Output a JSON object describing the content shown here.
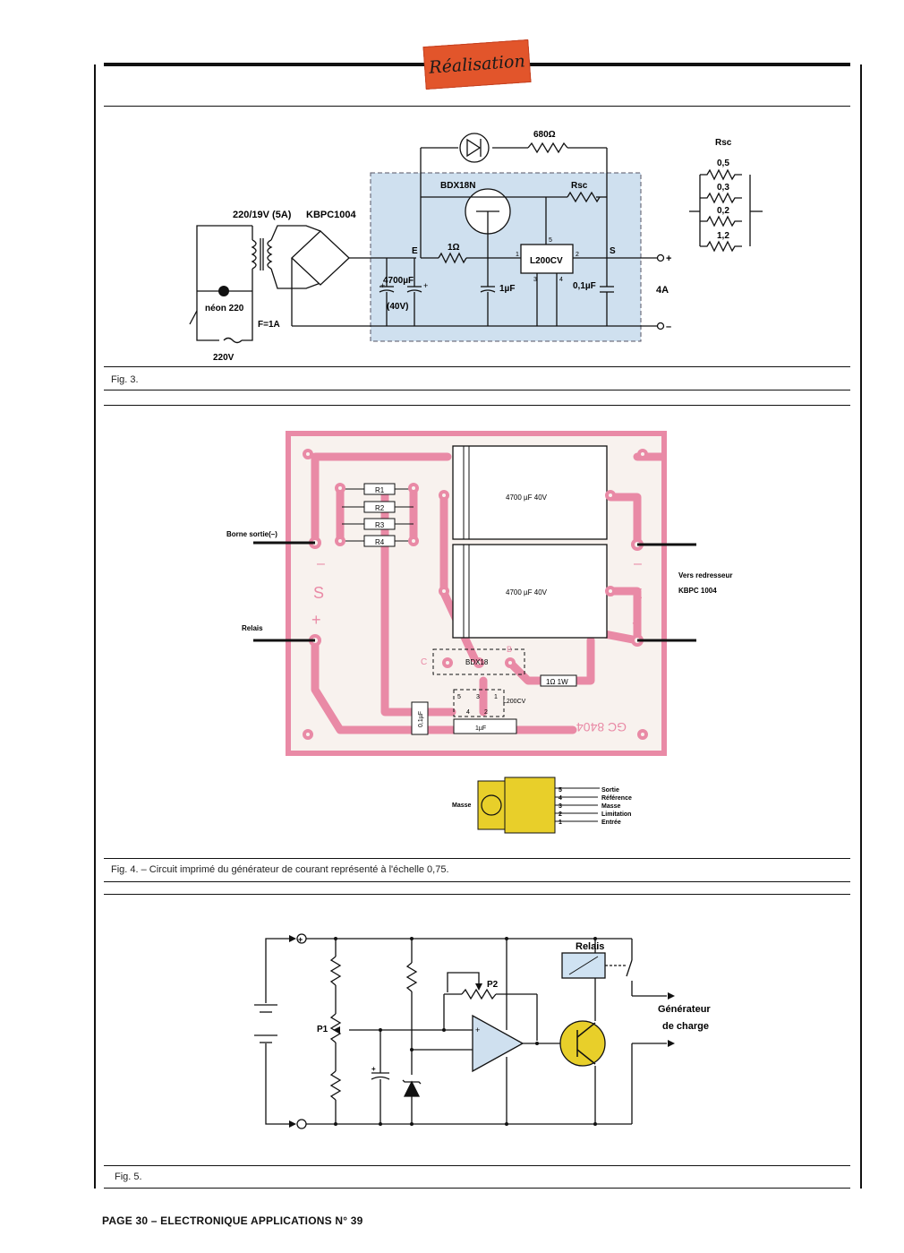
{
  "header": {
    "section_label": "Réalisation"
  },
  "fig3": {
    "caption": "Fig. 3.",
    "labels": {
      "transformer": "220/19V (5A)",
      "bridge": "KBPC1004",
      "neon": "néon 220",
      "fuse": "F=1A",
      "mains": "220V",
      "cap_main": "4700µF",
      "cap_main_v": "(40V)",
      "r_1ohm": "1Ω",
      "r_680": "680Ω",
      "transistor": "BDX18N",
      "rsc": "Rsc",
      "ic": "L200CV",
      "cap_1uf": "1µF",
      "cap_01uf": "0,1µF",
      "current": "4A",
      "node_e": "E",
      "node_s": "S",
      "plus": "+",
      "minus": "–",
      "pin1": "1",
      "pin2": "2",
      "pin3": "3",
      "pin4": "4",
      "pin5": "5"
    },
    "rsc_network": {
      "title": "Rsc",
      "values": [
        "0,5",
        "0,3",
        "0,2",
        "1,2"
      ]
    }
  },
  "fig4": {
    "caption": "Fig. 4. – Circuit imprimé du générateur de courant représenté à l'échelle 0,75.",
    "labels": {
      "borne_sortie": "Borne sortie(–)",
      "relais": "Relais",
      "vers_redresseur": "Vers redresseur",
      "kbpc": "KBPC 1004",
      "cap1": "4700 µF 40V",
      "cap2": "4700 µF 40V",
      "r1": "R1",
      "r2": "R2",
      "r3": "R3",
      "r4": "R4",
      "bdx": "BDX18",
      "r1w": "1Ω 1W",
      "l200": "L200CV",
      "c01": "0,1µF",
      "c1": "1µF",
      "ref": "GC 8404",
      "mark_minus": "–",
      "mark_plus": "+",
      "mark_s": "S",
      "mark_e": "E",
      "mark_c": "C",
      "mark_b": "B",
      "ic_pin5": "5",
      "ic_pin3": "3",
      "ic_pin1": "1",
      "ic_pin4": "4",
      "ic_pin2": "2"
    },
    "pinout": {
      "masse_label": "Masse",
      "pins": [
        {
          "num": "5",
          "name": "Sortie"
        },
        {
          "num": "4",
          "name": "Référence"
        },
        {
          "num": "3",
          "name": "Masse"
        },
        {
          "num": "2",
          "name": "Limitation"
        },
        {
          "num": "1",
          "name": "Entrée"
        }
      ]
    }
  },
  "fig5": {
    "caption": "Fig. 5.",
    "labels": {
      "relais": "Relais",
      "p1": "P1",
      "p2": "P2",
      "generateur_1": "Générateur",
      "generateur_2": "de charge",
      "plus": "+"
    }
  },
  "footer": {
    "text": "PAGE 30 – ELECTRONIQUE APPLICATIONS N° 39"
  },
  "colors": {
    "accent": "#e2552b",
    "board_fill": "#cfe0ef",
    "pcb_trace": "#e98aa6",
    "pcb_bg": "#f8f2ee",
    "transistor_yellow": "#e8cf2a",
    "relay_blue": "#cfe2f2"
  }
}
